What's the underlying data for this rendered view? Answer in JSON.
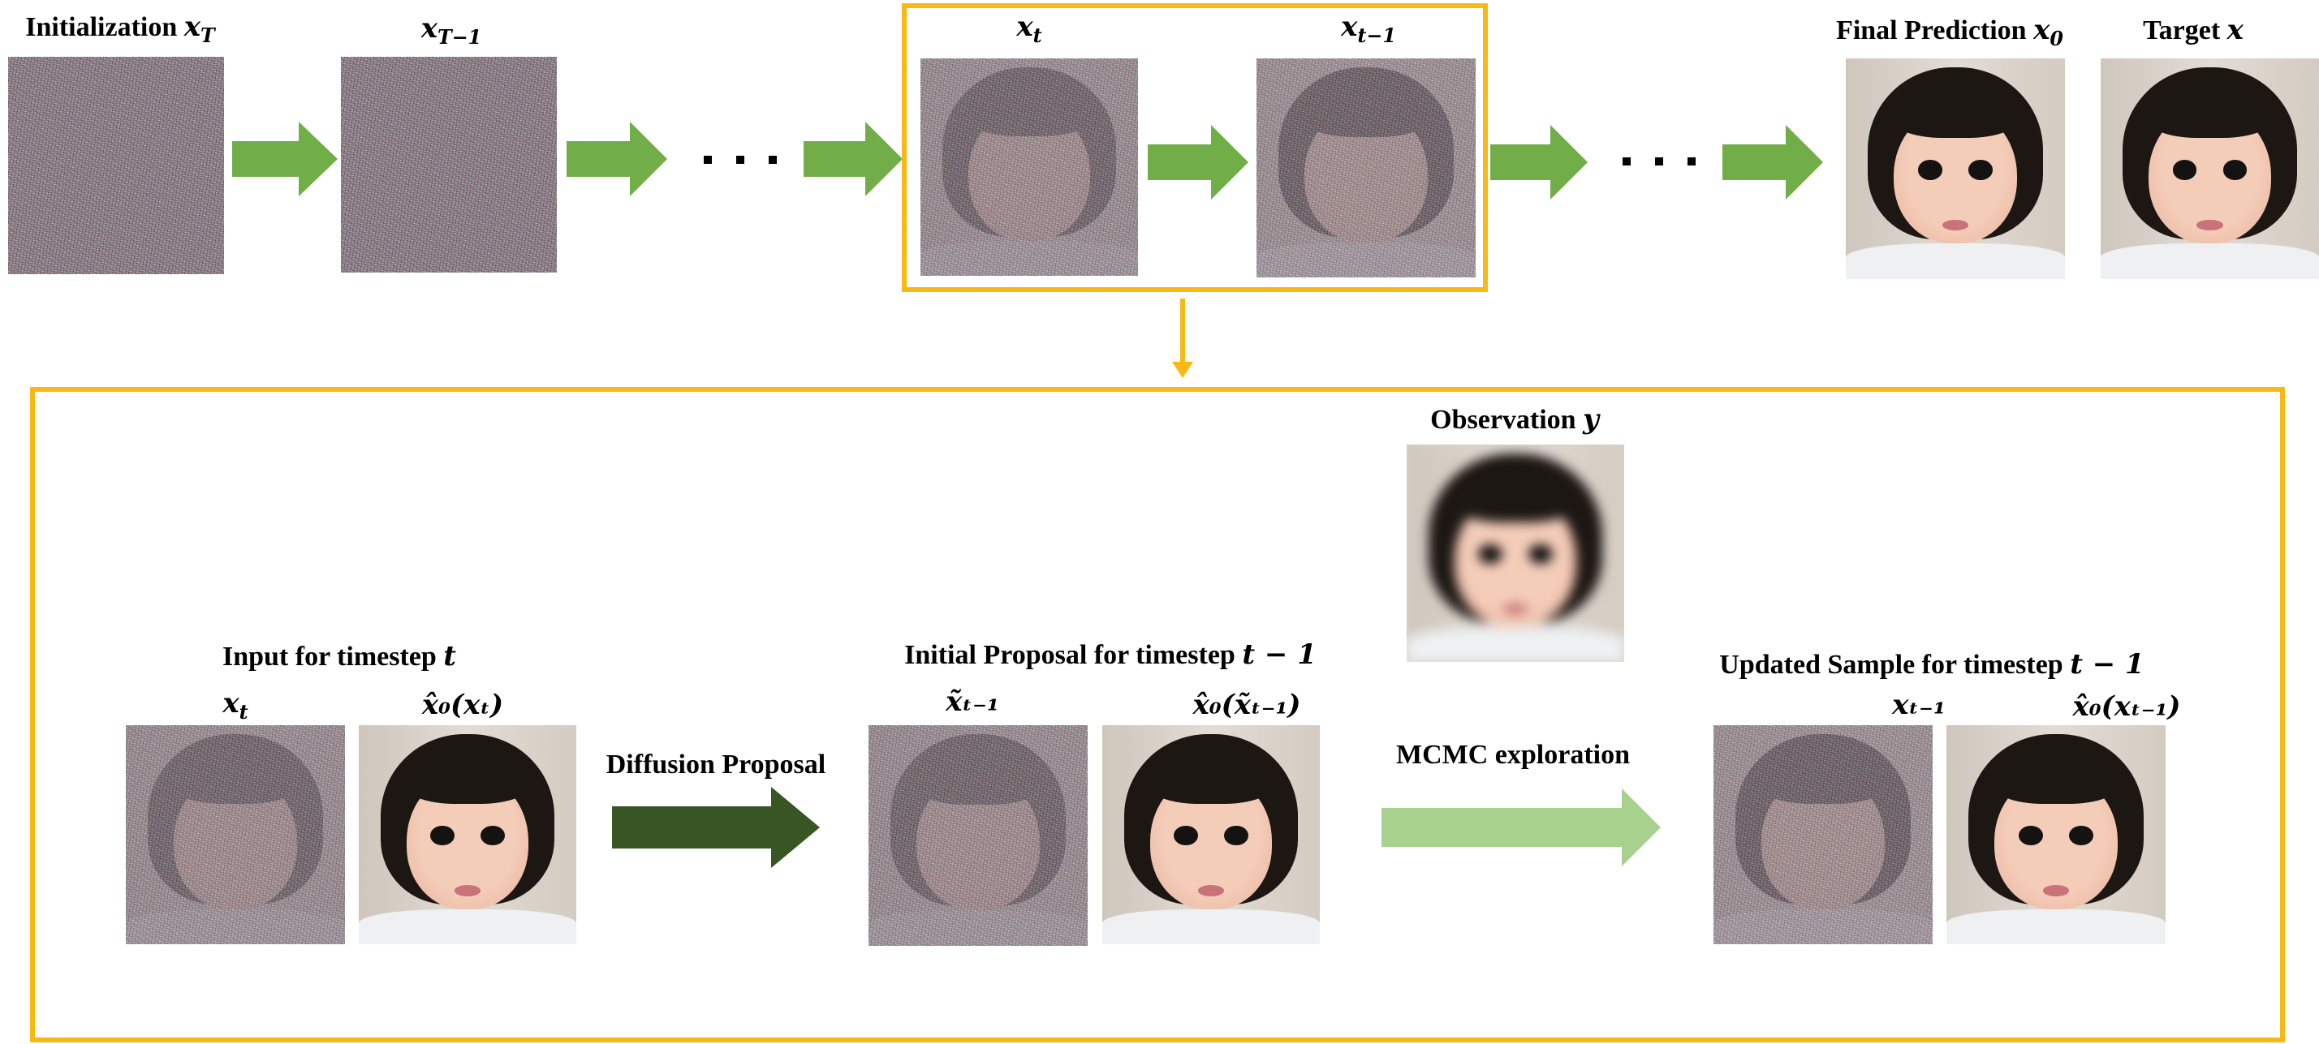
{
  "colors": {
    "highlight_box": "#f8b915",
    "flow_arrow": "#71ae48",
    "diffusion_arrow": "#375623",
    "mcmc_arrow": "#a8d18d"
  },
  "top_row": {
    "init_label": "Initialization",
    "init_math": "x",
    "init_sub": "T",
    "tm1_math": "x",
    "tm1_sub": "T−1",
    "xt_math": "x",
    "xt_sub": "t",
    "xtm1_math": "x",
    "xtm1_sub": "t−1",
    "final_label": "Final Prediction",
    "final_math": "x",
    "final_sub": "0",
    "target_label": "Target",
    "target_math": "x"
  },
  "detail": {
    "observation_label": "Observation",
    "observation_math": "y",
    "input_label": "Input for timestep",
    "input_math": "t",
    "input_img1_label": "x",
    "input_img1_sub": "t",
    "input_img2_label": "x̂₀(xₜ)",
    "diffusion_label": "Diffusion Proposal",
    "proposal_label": "Initial Proposal for timestep",
    "proposal_math": "t − 1",
    "proposal_img1_label": "x̃ₜ₋₁",
    "proposal_img2_label": "x̂₀(x̃ₜ₋₁)",
    "mcmc_label": "MCMC exploration",
    "updated_label": "Updated Sample for timestep",
    "updated_math": "t  − 1",
    "updated_img1_label": "xₜ₋₁",
    "updated_img2_label": "x̂₀(xₜ₋₁)"
  }
}
